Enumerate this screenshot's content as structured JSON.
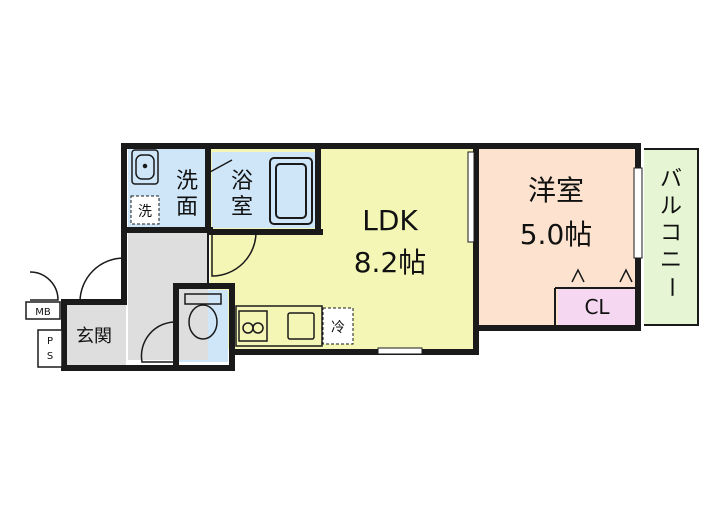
{
  "rooms": {
    "ldk": {
      "name": "LDK",
      "size": "8.2帖"
    },
    "western": {
      "name": "洋室",
      "size": "5.0帖"
    },
    "washroom": {
      "line1": "洗",
      "line2": "面"
    },
    "bathroom": {
      "line1": "浴",
      "line2": "室"
    },
    "entrance": "玄関",
    "balcony": [
      "バ",
      "ル",
      "コ",
      "ニ",
      "ー"
    ],
    "closet": "CL"
  },
  "fixtures": {
    "washer": "洗",
    "fridge": "冷",
    "meter_box": "MB",
    "pipe_space": [
      "P",
      "S"
    ]
  },
  "colors": {
    "wall": "#1a1a1a",
    "ldk_floor": "#f4f6b6",
    "western_floor": "#fde3cf",
    "closet_floor": "#f6d7f2",
    "wet_area": "#cfe6f8",
    "corridor": "#dedede",
    "balcony": "#e6f5d3"
  }
}
